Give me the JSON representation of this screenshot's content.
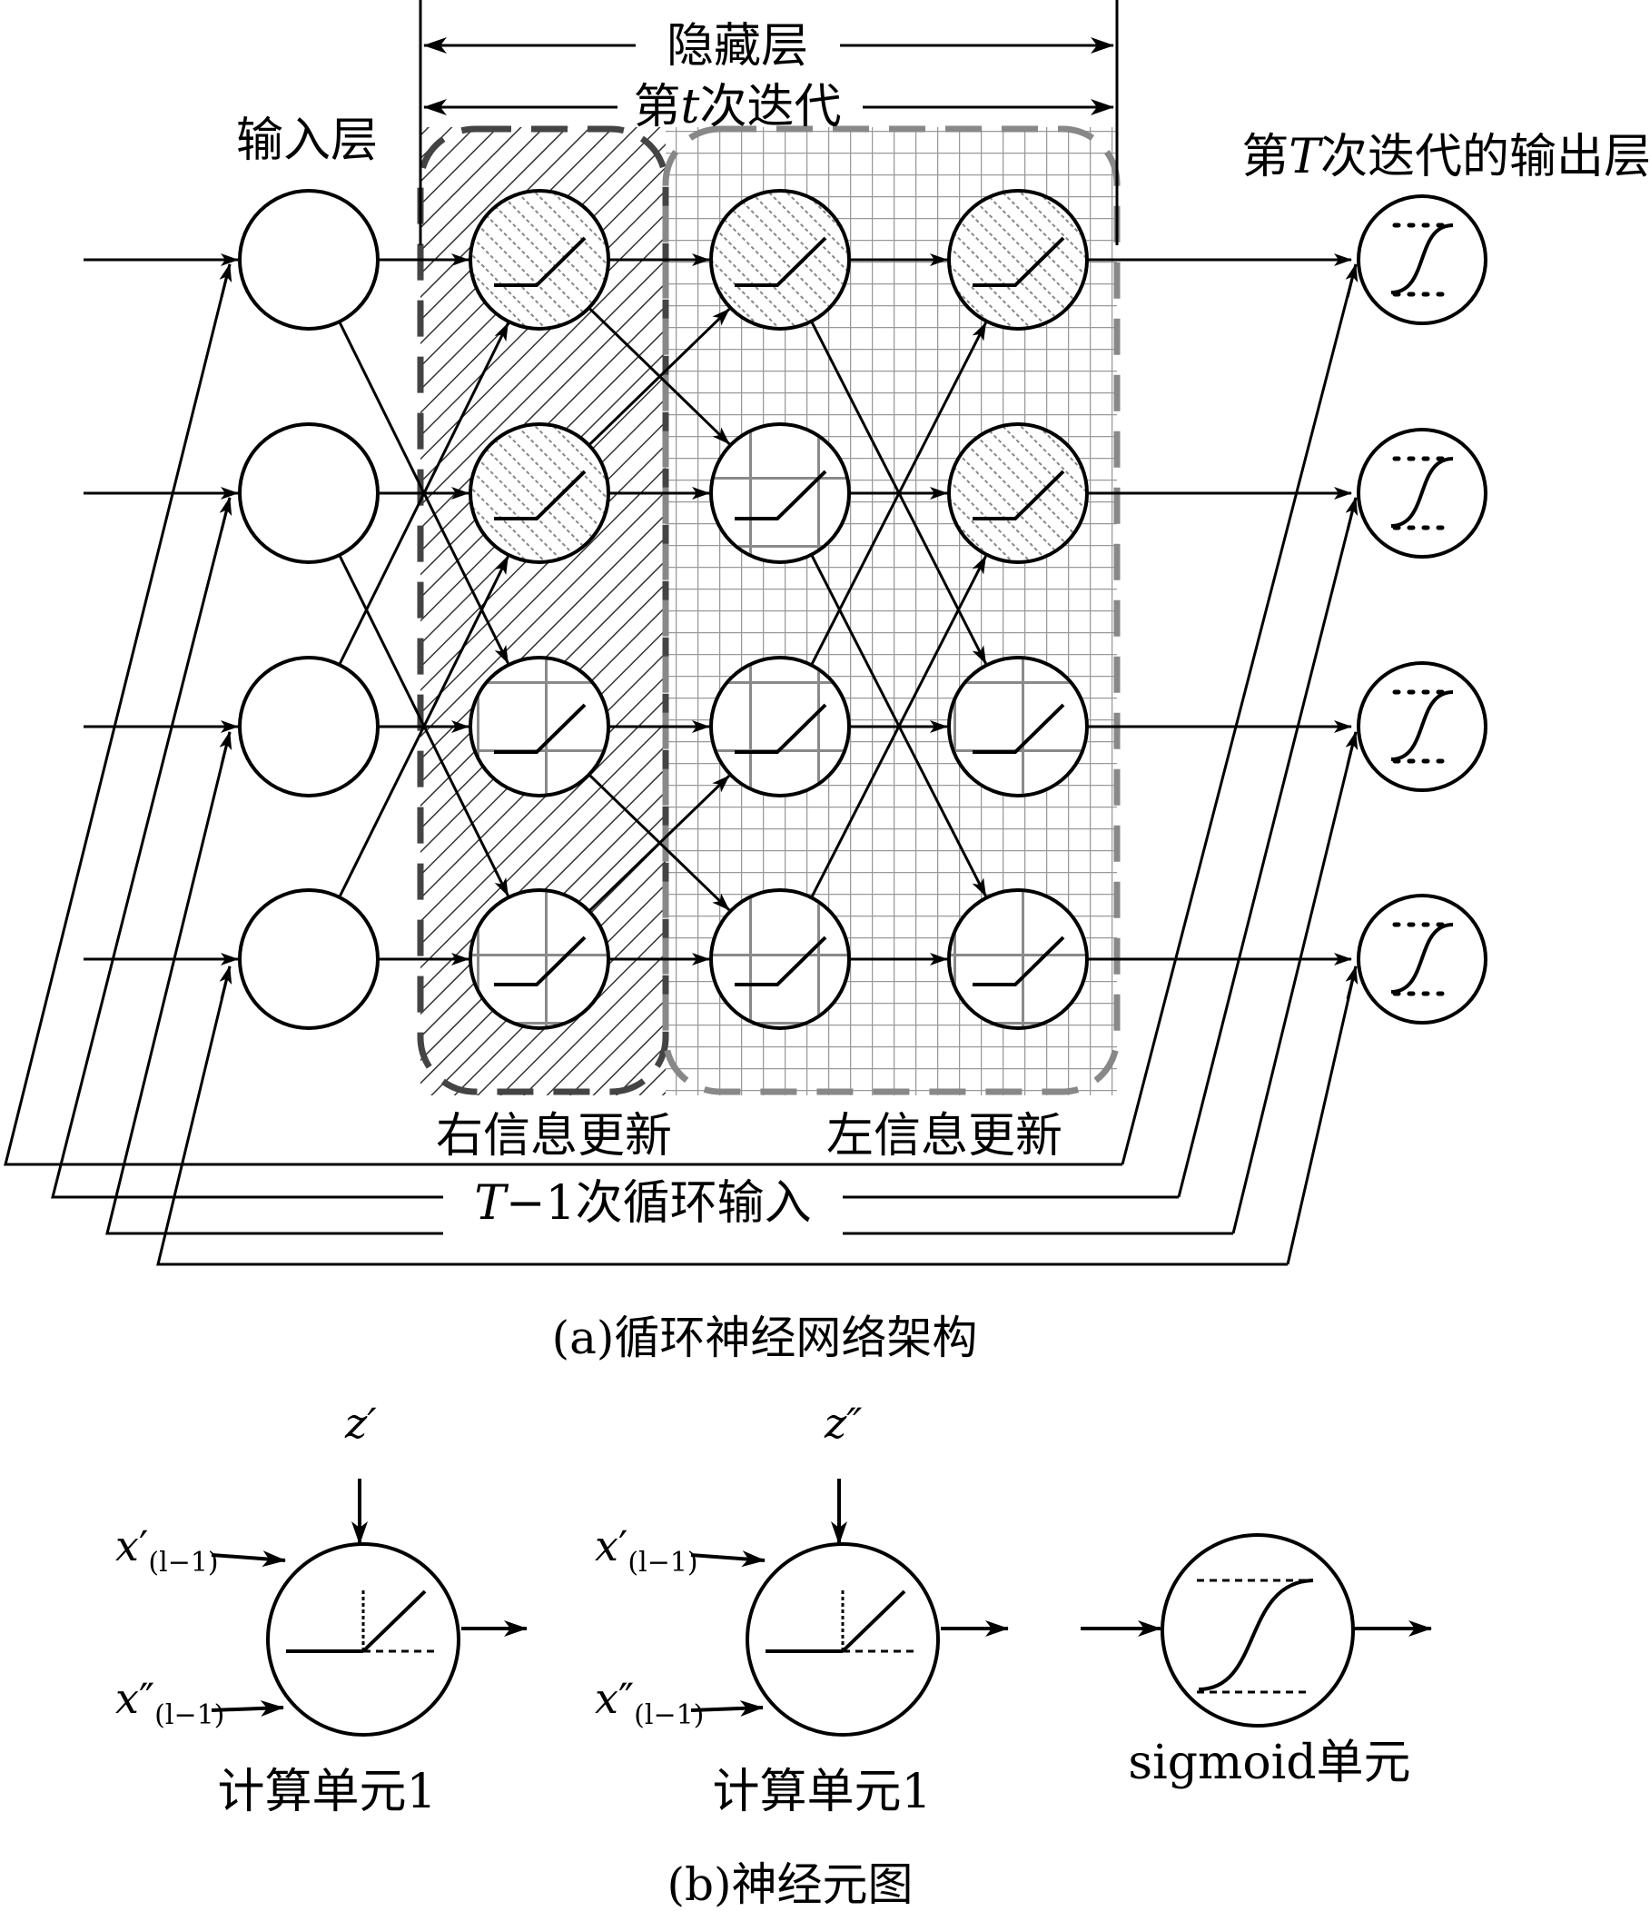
{
  "labels": {
    "input_layer": "输入层",
    "hidden_layer": "隐藏层",
    "iteration_pre": "第",
    "iteration_var": "t",
    "iteration_post": "次迭代",
    "output_pre": "第",
    "output_var": "T",
    "output_post": "次迭代的输出层",
    "right_update": "右信息更新",
    "left_update": "左信息更新",
    "loop_var": "T",
    "loop_text": "−1次循环输入",
    "caption_a": "(a)循环神经网络架构",
    "caption_b": "(b)神经元图"
  },
  "neuron_legend": [
    {
      "top_var": "z",
      "top_prime": "′",
      "in1_var": "x",
      "in1_prime": "′",
      "in1_sub": "(l−1)",
      "in2_var": "x",
      "in2_prime": "″",
      "in2_sub": "(l−1)",
      "caption": "计算单元1"
    },
    {
      "top_var": "z",
      "top_prime": "″",
      "in1_var": "x",
      "in1_prime": "′",
      "in1_sub": "(l−1)",
      "in2_var": "x",
      "in2_prime": "″",
      "in2_sub": "(l−1)",
      "caption": "计算单元1"
    },
    {
      "caption": "sigmoid单元"
    }
  ],
  "network": {
    "rows": 4,
    "input_nodes": 4,
    "hidden_columns": 3,
    "output_nodes": 4,
    "right_update_pattern": [
      "hatched",
      "hatched",
      "grid",
      "grid"
    ],
    "left_update_col1_pattern": [
      "hatched",
      "grid",
      "grid",
      "grid"
    ],
    "left_update_col2_pattern": [
      "hatched",
      "hatched",
      "grid",
      "grid"
    ]
  }
}
